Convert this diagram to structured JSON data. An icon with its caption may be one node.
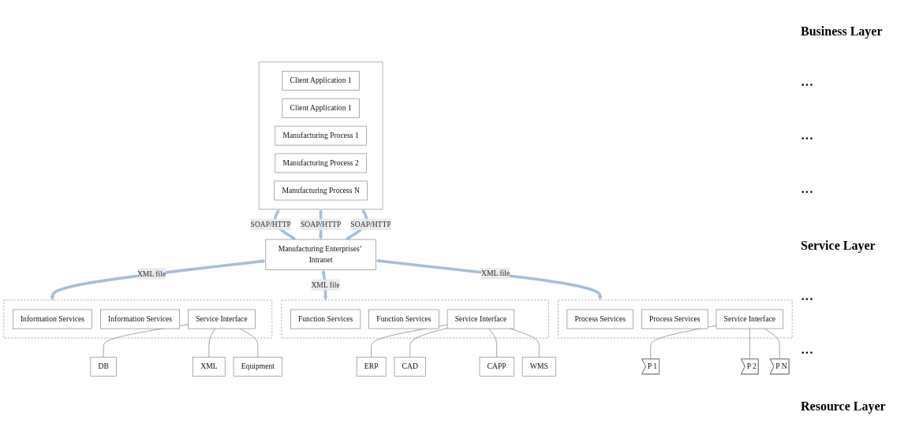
{
  "diagram": {
    "nodes": [
      {
        "text": [],
        "shape": "box"
      },
      {
        "text": [
          "Client Application 1"
        ],
        "in": 0
      },
      {
        "text": [
          "Client Application 1"
        ],
        "in": 0
      },
      {
        "text": [
          "Manufacturing Process 1"
        ],
        "in": 0
      },
      {
        "text": [
          "Manufacturing Process 2"
        ],
        "in": 0
      },
      {
        "text": [
          "Manufacturing Process N"
        ],
        "in": 0
      },
      {
        "text": [
          "Manufacturing Enterprises’ Intranet"
        ]
      },
      {
        "text": [],
        "shape": "box"
      },
      {
        "text": [
          "Information Services"
        ],
        "in": 7
      },
      {
        "text": [
          "Information Services"
        ],
        "in": 7
      },
      {
        "text": [
          "Service Interface"
        ],
        "in": 7
      },
      {
        "text": [],
        "shape": "box"
      },
      {
        "text": [
          "Function Services"
        ],
        "in": 11
      },
      {
        "text": [
          "Function Services"
        ],
        "in": 11
      },
      {
        "text": [
          "Service Interface"
        ],
        "in": 11
      },
      {
        "text": [],
        "shape": "box"
      },
      {
        "text": [
          "Process Services"
        ],
        "in": 15
      },
      {
        "text": [
          "Process Services"
        ],
        "in": 15
      },
      {
        "text": [
          "Service Interface"
        ],
        "in": 15
      },
      {
        "text": [
          "DB"
        ]
      },
      {
        "text": [
          "XML"
        ]
      },
      {
        "text": [
          "Equipment"
        ]
      },
      {
        "text": [
          "ERP"
        ]
      },
      {
        "text": [
          "CAD"
        ]
      },
      {
        "text": [
          "CAPP"
        ]
      },
      {
        "text": [
          "WMS"
        ]
      },
      {
        "text": [
          "P 1"
        ]
      },
      {
        "text": [
          "P 2"
        ]
      },
      {
        "text": [
          "P N"
        ]
      }
    ],
    "edges": [
      {
        "from": 0,
        "to": 6,
        "arrow": "both",
        "label": "SOAP/HTTP",
        "style": "thick",
        "color": "#a6bfdc"
      },
      {
        "from": 0,
        "to": 6,
        "arrow": "both",
        "label": "SOAP/HTTP",
        "style": "thick",
        "color": "#a6bfdc"
      },
      {
        "from": 0,
        "to": 6,
        "arrow": "both",
        "label": "SOAP/HTTP",
        "style": "thick",
        "color": "#a6bfdc"
      },
      {
        "from": 6,
        "to": 7,
        "arrow": "both",
        "label": "XML file",
        "style": "thick",
        "color": "#a6bfdc"
      },
      {
        "from": 6,
        "to": 11,
        "arrow": "both",
        "label": "XML file",
        "style": "thick",
        "color": "#a6bfdc"
      },
      {
        "from": 6,
        "to": 15,
        "arrow": "both",
        "label": "XML file",
        "style": "thick",
        "color": "#a6bfdc"
      },
      {
        "from": 10,
        "to": 19,
        "arrow": "none"
      },
      {
        "from": 10,
        "to": 20,
        "arrow": "none"
      },
      {
        "from": 10,
        "to": 21,
        "arrow": "none"
      },
      {
        "from": 14,
        "to": 22,
        "arrow": "none"
      },
      {
        "from": 14,
        "to": 23,
        "arrow": "none"
      },
      {
        "from": 14,
        "to": 24,
        "arrow": "none"
      },
      {
        "from": 14,
        "to": 25,
        "arrow": "none"
      },
      {
        "from": 18,
        "to": 26,
        "arrow": "none"
      },
      {
        "from": 18,
        "to": 27,
        "arrow": "none"
      },
      {
        "from": 18,
        "to": 28,
        "arrow": "none"
      }
    ],
    "labels": [
      "Business Layer",
      "···",
      "···",
      "···",
      "Service Layer",
      "···",
      "···",
      "Resource Layer"
    ]
  }
}
